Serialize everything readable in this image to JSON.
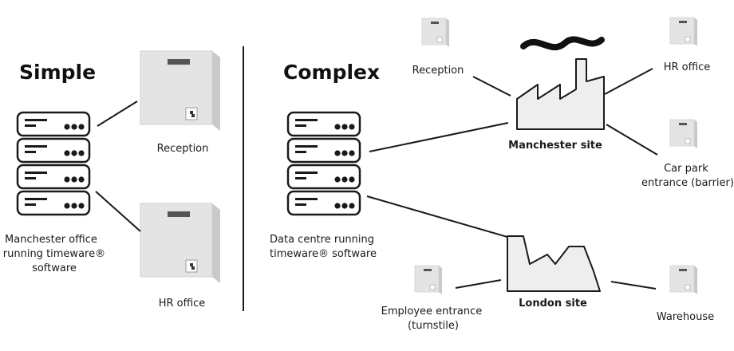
{
  "simple": {
    "heading": "Simple",
    "server_caption": [
      "Manchester office",
      "running timeware®",
      "software"
    ],
    "devices": [
      {
        "label": "Reception"
      },
      {
        "label": "HR office"
      }
    ]
  },
  "complex": {
    "heading": "Complex",
    "server_caption": [
      "Data centre running",
      "timeware® software"
    ],
    "sites": [
      {
        "label": "Manchester site"
      },
      {
        "label": "London site"
      }
    ],
    "manchester_devices": [
      {
        "label": [
          "Reception"
        ]
      },
      {
        "label": [
          "HR office"
        ]
      },
      {
        "label": [
          "Car park",
          "entrance (barrier)"
        ]
      }
    ],
    "london_devices": [
      {
        "label": [
          "Employee entrance",
          "(turnstile)"
        ]
      },
      {
        "label": [
          "Warehouse"
        ]
      }
    ]
  }
}
